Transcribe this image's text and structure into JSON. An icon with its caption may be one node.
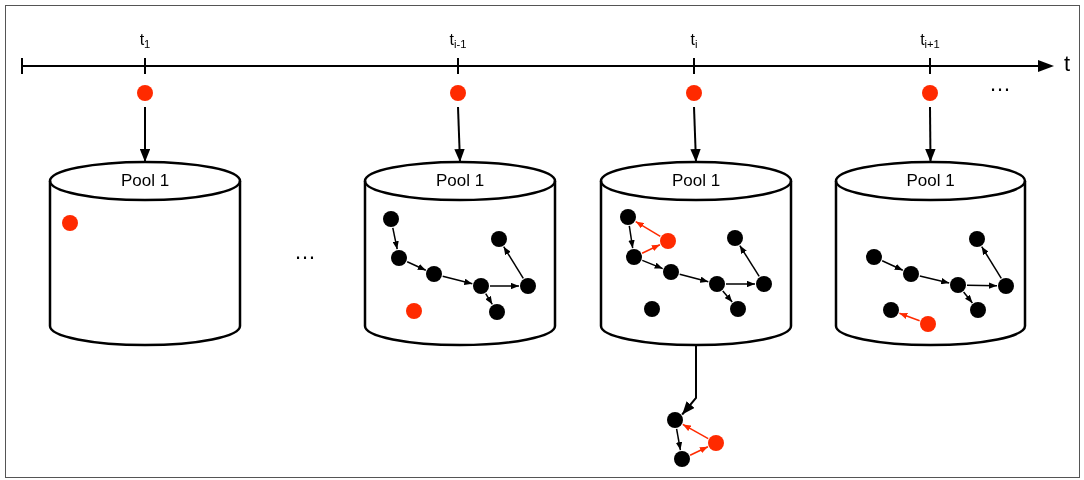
{
  "diagram": {
    "nodes": [
      {
        "text": [],
        "shape": "circle"
      },
      {
        "text": [],
        "shape": "circle"
      },
      {
        "text": [],
        "shape": "circle"
      },
      {
        "text": [],
        "shape": "circle"
      },
      {
        "text": [
          "Pool 1"
        ]
      },
      {
        "text": [
          "Pool 1"
        ]
      },
      {
        "text": [
          "Pool 1"
        ]
      },
      {
        "text": [
          "Pool 1"
        ]
      },
      {
        "text": [],
        "shape": "circle",
        "in": 4
      },
      {
        "text": [],
        "shape": "circle",
        "in": 5
      },
      {
        "text": [],
        "shape": "circle",
        "in": 5
      },
      {
        "text": [],
        "shape": "circle",
        "in": 5
      },
      {
        "text": [],
        "shape": "circle",
        "in": 5
      },
      {
        "text": [],
        "shape": "circle",
        "in": 5
      },
      {
        "text": [],
        "shape": "circle",
        "in": 5
      },
      {
        "text": [],
        "shape": "circle",
        "in": 5
      },
      {
        "text": [],
        "shape": "circle",
        "in": 5
      },
      {
        "text": [],
        "shape": "circle",
        "in": 6
      },
      {
        "text": [],
        "shape": "circle",
        "in": 6
      },
      {
        "text": [],
        "shape": "circle",
        "in": 6
      },
      {
        "text": [],
        "shape": "circle",
        "in": 6
      },
      {
        "text": [],
        "shape": "circle",
        "in": 6
      },
      {
        "text": [],
        "shape": "circle",
        "in": 6
      },
      {
        "text": [],
        "shape": "circle",
        "in": 6
      },
      {
        "text": [],
        "shape": "circle",
        "in": 6
      },
      {
        "text": [],
        "shape": "circle",
        "in": 6
      },
      {
        "text": [],
        "shape": "circle",
        "in": 7
      },
      {
        "text": [],
        "shape": "circle",
        "in": 7
      },
      {
        "text": [],
        "shape": "circle",
        "in": 7
      },
      {
        "text": [],
        "shape": "circle",
        "in": 7
      },
      {
        "text": [],
        "shape": "circle",
        "in": 7
      },
      {
        "text": [],
        "shape": "circle",
        "in": 7
      },
      {
        "text": [],
        "shape": "circle",
        "in": 7
      },
      {
        "text": [],
        "shape": "circle",
        "in": 7
      },
      {
        "text": [],
        "shape": "circle"
      },
      {
        "text": [],
        "shape": "circle"
      },
      {
        "text": [],
        "shape": "circle"
      }
    ],
    "edges": [
      {
        "from": 0,
        "to": 4,
        "arrow": "to"
      },
      {
        "from": 1,
        "to": 5,
        "arrow": "to"
      },
      {
        "from": 2,
        "to": 6,
        "arrow": "to"
      },
      {
        "from": 3,
        "to": 7,
        "arrow": "to"
      },
      {
        "from": 9,
        "to": 10,
        "arrow": "to"
      },
      {
        "from": 10,
        "to": 11,
        "arrow": "to"
      },
      {
        "from": 11,
        "to": 12,
        "arrow": "to"
      },
      {
        "from": 12,
        "to": 13,
        "arrow": "to"
      },
      {
        "from": 12,
        "to": 14,
        "arrow": "to"
      },
      {
        "from": 13,
        "to": 15,
        "arrow": "to"
      },
      {
        "from": 17,
        "to": 19,
        "arrow": "to"
      },
      {
        "from": 19,
        "to": 20,
        "arrow": "to"
      },
      {
        "from": 20,
        "to": 21,
        "arrow": "to"
      },
      {
        "from": 21,
        "to": 22,
        "arrow": "to"
      },
      {
        "from": 21,
        "to": 23,
        "arrow": "to"
      },
      {
        "from": 22,
        "to": 24,
        "arrow": "to"
      },
      {
        "from": 18,
        "to": 17,
        "arrow": "to",
        "color": "#ff2a00"
      },
      {
        "from": 19,
        "to": 18,
        "arrow": "to",
        "color": "#ff2a00"
      },
      {
        "from": 26,
        "to": 27,
        "arrow": "to"
      },
      {
        "from": 27,
        "to": 28,
        "arrow": "to"
      },
      {
        "from": 28,
        "to": 29,
        "arrow": "to"
      },
      {
        "from": 28,
        "to": 31,
        "arrow": "to"
      },
      {
        "from": 29,
        "to": 30,
        "arrow": "to"
      },
      {
        "from": 33,
        "to": 32,
        "arrow": "to",
        "color": "#ff2a00"
      },
      {
        "from": 6,
        "to": 34,
        "arrow": "to"
      },
      {
        "from": 34,
        "to": 35,
        "arrow": "to"
      },
      {
        "from": 36,
        "to": 34,
        "arrow": "to",
        "color": "#ff2a00"
      },
      {
        "from": 35,
        "to": 36,
        "arrow": "to",
        "color": "#ff2a00"
      }
    ],
    "labels": [
      "t$_{1}$",
      "t$_{i-1}$",
      "t$_{i}$",
      "t$_{i+1}$",
      "t",
      "…",
      "…"
    ]
  }
}
